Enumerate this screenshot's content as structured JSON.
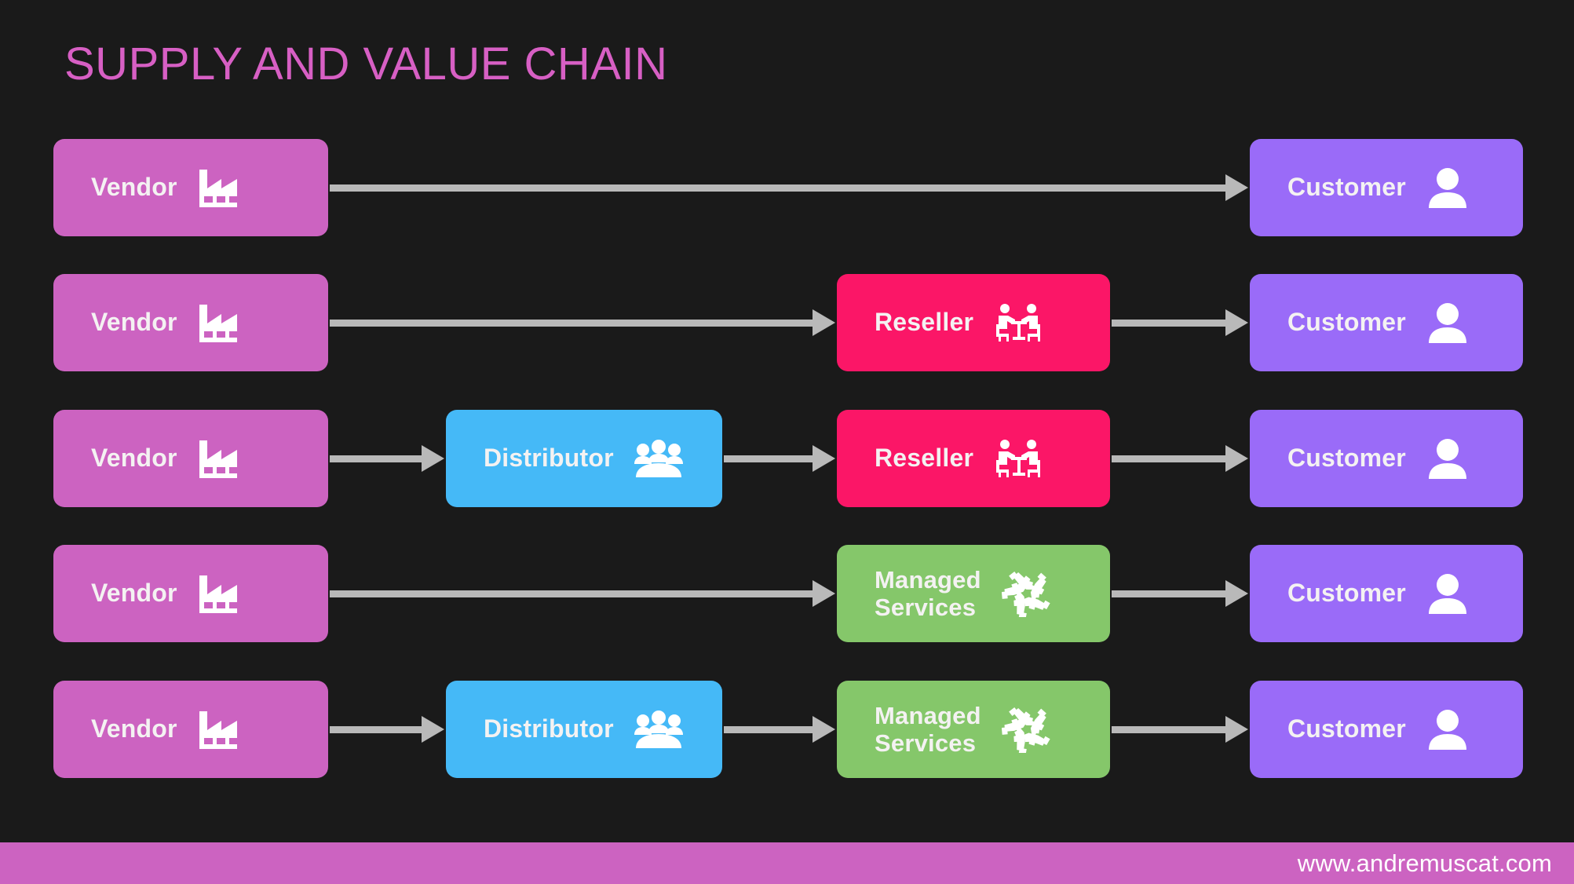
{
  "title": "SUPPLY AND VALUE CHAIN",
  "background_color": "#1a1a1a",
  "title_color": "#d75fc4",
  "arrow_color": "#b9b9b9",
  "colors": {
    "vendor": "#cc63c1",
    "distributor": "#45b9f7",
    "reseller": "#fb1667",
    "managed_services": "#85c76a",
    "customer": "#9a6bf8"
  },
  "nodes": {
    "vendor": {
      "label": "Vendor",
      "icon": "factory-icon"
    },
    "distributor": {
      "label": "Distributor",
      "icon": "group-of-people-icon"
    },
    "reseller": {
      "label": "Reseller",
      "icon": "two-people-at-table-icon"
    },
    "managed_services": {
      "label": "Managed\nServices",
      "icon": "hands-teamwork-icon"
    },
    "customer": {
      "label": "Customer",
      "icon": "person-icon"
    }
  },
  "rows": [
    {
      "id": "row-vendor-customer",
      "path": [
        "vendor",
        "customer"
      ],
      "vendor": {
        "label": "Vendor",
        "icon": "factory-icon"
      },
      "customer": {
        "label": "Customer",
        "icon": "person-icon"
      }
    },
    {
      "id": "row-vendor-reseller-customer",
      "path": [
        "vendor",
        "reseller",
        "customer"
      ],
      "vendor": {
        "label": "Vendor",
        "icon": "factory-icon"
      },
      "mid": {
        "label": "Reseller",
        "icon": "two-people-at-table-icon"
      },
      "customer": {
        "label": "Customer",
        "icon": "person-icon"
      }
    },
    {
      "id": "row-vendor-distributor-reseller-customer",
      "path": [
        "vendor",
        "distributor",
        "reseller",
        "customer"
      ],
      "vendor": {
        "label": "Vendor",
        "icon": "factory-icon"
      },
      "distributor": {
        "label": "Distributor",
        "icon": "group-of-people-icon"
      },
      "mid": {
        "label": "Reseller",
        "icon": "two-people-at-table-icon"
      },
      "customer": {
        "label": "Customer",
        "icon": "person-icon"
      }
    },
    {
      "id": "row-vendor-managed-customer",
      "path": [
        "vendor",
        "managed_services",
        "customer"
      ],
      "vendor": {
        "label": "Vendor",
        "icon": "factory-icon"
      },
      "mid": {
        "label": "Managed\nServices",
        "icon": "hands-teamwork-icon"
      },
      "customer": {
        "label": "Customer",
        "icon": "person-icon"
      }
    },
    {
      "id": "row-vendor-distributor-managed-customer",
      "path": [
        "vendor",
        "distributor",
        "managed_services",
        "customer"
      ],
      "vendor": {
        "label": "Vendor",
        "icon": "factory-icon"
      },
      "distributor": {
        "label": "Distributor",
        "icon": "group-of-people-icon"
      },
      "mid": {
        "label": "Managed\nServices",
        "icon": "hands-teamwork-icon"
      },
      "customer": {
        "label": "Customer",
        "icon": "person-icon"
      }
    }
  ],
  "footer": {
    "url": "www.andremuscat.com",
    "background_color": "#cc63c1",
    "text_color": "#ffffff"
  }
}
